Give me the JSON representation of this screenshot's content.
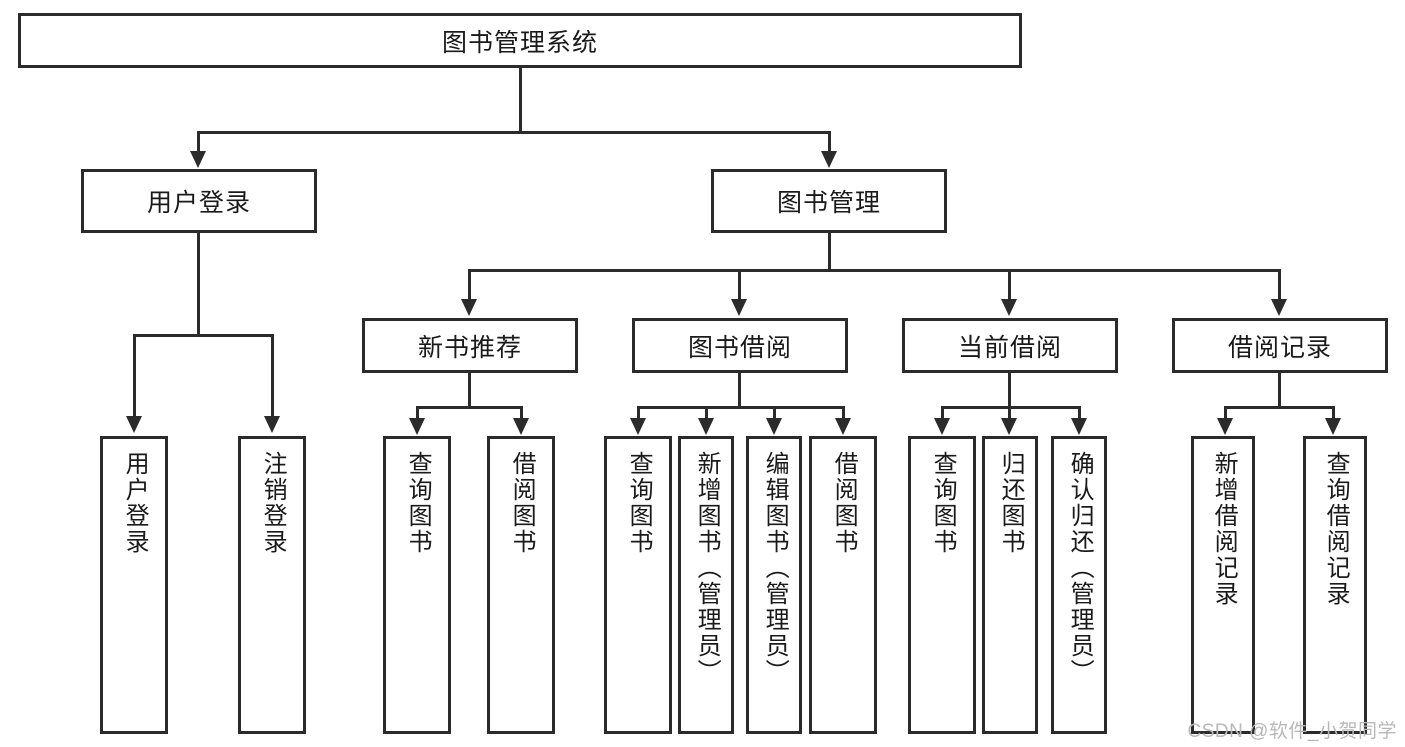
{
  "diagram": {
    "title": "图书管理系统",
    "root": {
      "label": "图书管理系统"
    },
    "level2": [
      {
        "label": "用户登录"
      },
      {
        "label": "图书管理"
      }
    ],
    "level3": [
      {
        "label": "新书推荐"
      },
      {
        "label": "图书借阅"
      },
      {
        "label": "当前借阅"
      },
      {
        "label": "借阅记录"
      }
    ],
    "leaves": {
      "user_login": [
        {
          "label": "用户登录"
        },
        {
          "label": "注销登录"
        }
      ],
      "new_book_recommend": [
        {
          "label": "查询图书"
        },
        {
          "label": "借阅图书"
        }
      ],
      "book_borrow": [
        {
          "label": "查询图书"
        },
        {
          "label": "新增图书（管理员）"
        },
        {
          "label": "编辑图书（管理员）"
        },
        {
          "label": "借阅图书"
        }
      ],
      "current_borrow": [
        {
          "label": "查询图书"
        },
        {
          "label": "归还图书"
        },
        {
          "label": "确认归还（管理员）"
        }
      ],
      "borrow_record": [
        {
          "label": "新增借阅记录"
        },
        {
          "label": "查询借阅记录"
        }
      ]
    }
  },
  "watermark": {
    "text": "CSDN @软件_小贺同学"
  },
  "colors": {
    "stroke": "#2b2b2b",
    "text": "#1a1a1a",
    "background": "#ffffff",
    "watermark": "#b8b8b8"
  }
}
